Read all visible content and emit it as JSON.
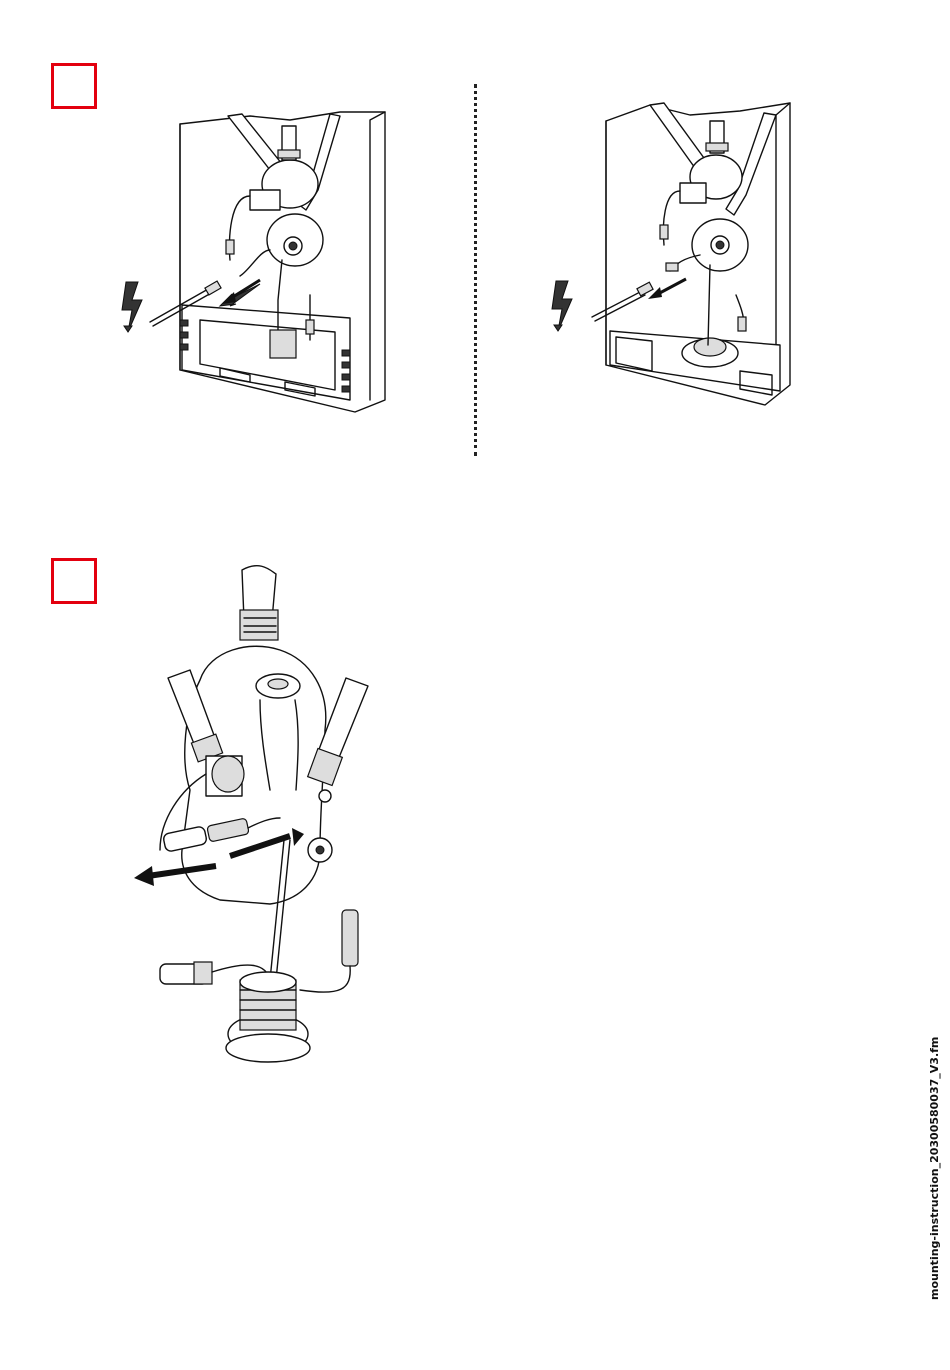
{
  "steps": [
    {
      "id": "step-1",
      "marker": "red-square-marker"
    },
    {
      "id": "step-2",
      "marker": "red-square-marker"
    }
  ],
  "figures": {
    "left": {
      "icon": "electrical-hazard-icon",
      "action": "disconnect-cable-arrow"
    },
    "right": {
      "icon": "electrical-hazard-icon",
      "action": "disconnect-cable-arrow"
    },
    "bottom": {
      "action": "push-pull-cable-arrows"
    }
  },
  "colors": {
    "step_marker": "#e3000f",
    "line_art": "#111111"
  },
  "footer": {
    "filename": "mounting-instruction_20300580037_V3.fm"
  }
}
